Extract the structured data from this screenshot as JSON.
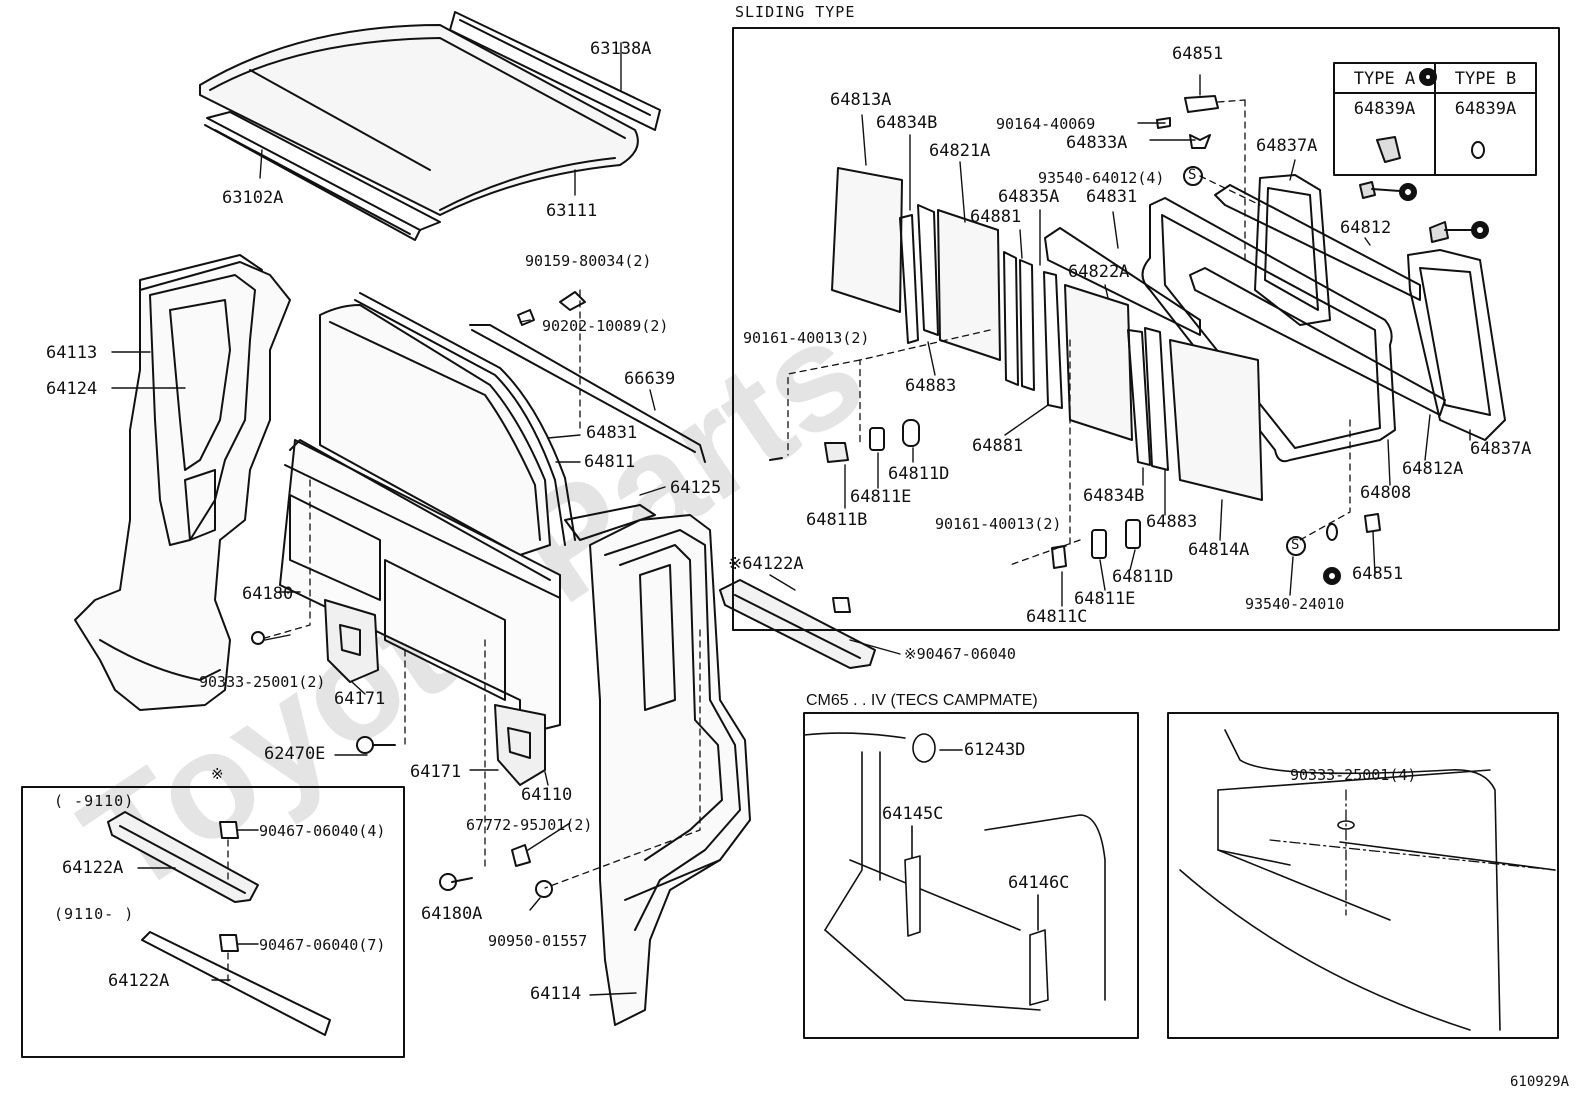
{
  "colors": {
    "ink": "#111111",
    "paper": "#ffffff",
    "part_fill": "#f3f3f3",
    "watermark": "#e4e4e4"
  },
  "headers": {
    "sliding_type": "SLIDING TYPE",
    "campmate": "CM65 . . IV (TECS CAMPMATE)",
    "kome_mark": "※",
    "range_before": "(   -9110)",
    "range_after": "(9110-   )"
  },
  "type_table": {
    "col_a": "TYPE A",
    "col_b": "TYPE B",
    "part_a": "64839A",
    "part_b": "64839A"
  },
  "callouts": {
    "p63138A": "63138A",
    "p63102A": "63102A",
    "p63111": "63111",
    "p90159_80034": "90159-80034(2)",
    "p90202_10089": "90202-10089(2)",
    "p64113": "64113",
    "p64124": "64124",
    "p66639": "66639",
    "p64831_main": "64831",
    "p64811_main": "64811",
    "p64125": "64125",
    "p64180": "64180",
    "p90333_25001_2": "90333-25001(2)",
    "p64171_a": "64171",
    "p62470E": "62470E",
    "p64171_b": "64171",
    "p64110": "64110",
    "p67772_95J01": "67772-95J01(2)",
    "p64180A": "64180A",
    "p90950_01557": "90950-01557",
    "p64114": "64114",
    "p64122A_main": "※64122A",
    "p90467_06040_main": "※90467-06040",
    "p64122A_box1": "64122A",
    "p90467_06040_4": "90467-06040(4)",
    "p64122A_box2": "64122A",
    "p90467_06040_7": "90467-06040(7)",
    "s64851_top": "64851",
    "s64813A": "64813A",
    "s64834B_top": "64834B",
    "s90164_40069": "90164-40069",
    "s64833A": "64833A",
    "s64821A": "64821A",
    "s93540_64012": "93540-64012(4)",
    "s64837A_top": "64837A",
    "s64881_top": "64881",
    "s64835A": "64835A",
    "s64831": "64831",
    "s64812": "64812",
    "s64822A": "64822A",
    "s90161_40013_top": "90161-40013(2)",
    "s64883_top": "64883",
    "s64881_mid": "64881",
    "s64811D_top": "64811D",
    "s64811E_top": "64811E",
    "s64811B": "64811B",
    "s64837A_bot": "64837A",
    "s64812A": "64812A",
    "s64808": "64808",
    "s64834B_bot": "64834B",
    "s64883_bot": "64883",
    "s64814A": "64814A",
    "s90161_40013_bot": "90161-40013(2)",
    "s64811D_bot": "64811D",
    "s64811E_bot": "64811E",
    "s64811C": "64811C",
    "s64851_bot": "64851",
    "s93540_24010": "93540-24010",
    "s_mark_1": "S",
    "s_mark_2": "S",
    "c61243D": "61243D",
    "c64145C": "64145C",
    "c64146C": "64146C",
    "c90333_25001_4": "90333-25001(4)"
  },
  "watermark": "Toyota Parts",
  "diagram_id": "610929A"
}
